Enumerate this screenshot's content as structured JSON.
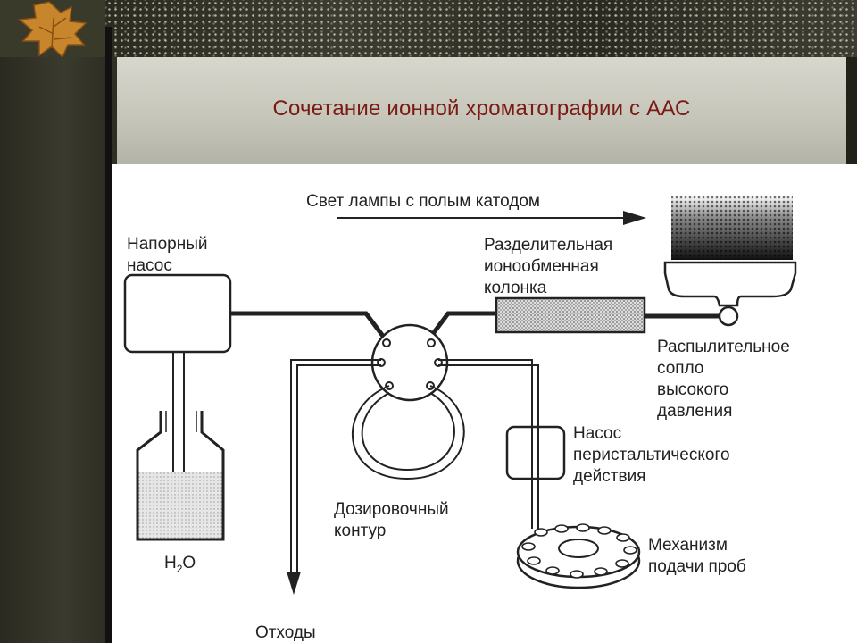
{
  "slide": {
    "title": "Сочетание ионной хроматографии с ААС"
  },
  "diagram": {
    "labels": {
      "lamp_light": "Свет лампы с полым катодом",
      "pump_line1": "Напорный",
      "pump_line2": "насос",
      "column_line1": "Разделительная",
      "column_line2": "ионообменная",
      "column_line3": "колонка",
      "nozzle_line1": "Распылительное",
      "nozzle_line2": "сопло",
      "nozzle_line3": "высокого",
      "nozzle_line4": "давления",
      "peristaltic_line1": "Насос",
      "peristaltic_line2": "перистальтического",
      "peristaltic_line3": "действия",
      "loop_line1": "Дозировочный",
      "loop_line2": "контур",
      "sampler_line1": "Механизм",
      "sampler_line2": "подачи проб",
      "water_main": "H",
      "water_sub": "2",
      "water_tail": "O",
      "waste": "Отходы"
    }
  },
  "colors": {
    "title": "#7a1a12",
    "ink": "#222222"
  }
}
